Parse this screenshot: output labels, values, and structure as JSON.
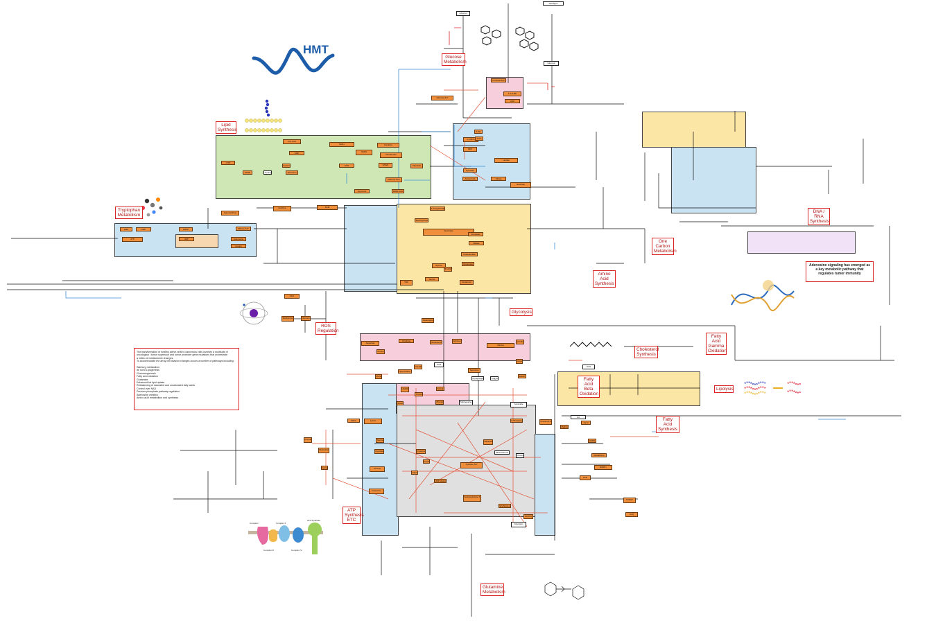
{
  "brand": {
    "name": "HMT",
    "wave_color": "#1c5ca8"
  },
  "pathway_labels": [
    {
      "id": "glucose",
      "text": "Glucose Metabolism"
    },
    {
      "id": "lipid",
      "text": "Lipid Synthesis"
    },
    {
      "id": "tryptophan",
      "text": "Tryptophan Metabolism"
    },
    {
      "id": "ros",
      "text": "ROS Regulation"
    },
    {
      "id": "glycolysis",
      "text": "Glycolysis"
    },
    {
      "id": "amino",
      "text": "Amino Acid Synthesis"
    },
    {
      "id": "onecarbon",
      "text": "One Carbon Metabolism"
    },
    {
      "id": "dna",
      "text": "DNA / RNA Synthesis"
    },
    {
      "id": "cholesterol",
      "text": "Cholesterol Synthesis"
    },
    {
      "id": "fagamma",
      "text": "Fatty Acid Gamma Oxidation"
    },
    {
      "id": "fabeta",
      "text": "Fatty Acid Beta Oxidation"
    },
    {
      "id": "lipolysis",
      "text": "Lipolysis"
    },
    {
      "id": "fasynth",
      "text": "Fatty Acid Synthesis"
    },
    {
      "id": "atp",
      "text": "ATP Synthesis ETC"
    },
    {
      "id": "glutamine",
      "text": "Glutamine Metabolism"
    }
  ],
  "adenosine_note": "Adenosine signaling has emerged as a key metabolic pathway that regulates tumor immunity",
  "info_box": {
    "lines": [
      "The transformation of healthy active cells to cancerous cells involves a multitude of",
      "oncological / tumor supressor and tumor promoter gene mutations that orchestrate",
      "a milieu of metabolomic changes.",
      "To accommodate the array cell division changes occurs a number of pathways including:",
      "",
      "Warburg metabolism",
      "de novo Lipogenesis",
      "Gluconeogenesis",
      "Fatty acid oxidation",
      "Glutamine",
      "Enhanced fat lipid uptake",
      "Rebalancing of saturated and unsaturated fatty acids",
      "Control over NAD",
      "Pentose phosphate pathway regulation",
      "Adenosine creation",
      "Amino acid metabolism and synthesis"
    ]
  },
  "complex_labels": [
    "Complex I",
    "Complex II",
    "Complex III",
    "Complex IV",
    "ATP Synthase"
  ],
  "nodes": [
    {
      "t": "Glycerol",
      "o": false
    },
    {
      "t": "Glucagon",
      "o": false
    },
    {
      "t": "Glucose",
      "o": false
    },
    {
      "t": "Glucose-6-P",
      "o": true
    },
    {
      "t": "Fructose-6-P",
      "o": true
    },
    {
      "t": "F-1,6-BP",
      "o": true
    },
    {
      "t": "G3P",
      "o": true
    },
    {
      "t": "1,3-BPG",
      "o": true
    },
    {
      "t": "3-PG",
      "o": true
    },
    {
      "t": "2-PG",
      "o": true
    },
    {
      "t": "PEP",
      "o": true
    },
    {
      "t": "Pyruvate",
      "o": true
    },
    {
      "t": "Lactate",
      "o": true
    },
    {
      "t": "Acetyl-CoA",
      "o": true
    },
    {
      "t": "Citrate",
      "o": true
    },
    {
      "t": "Isocitrate",
      "o": true
    },
    {
      "t": "a-Ketoglutarate",
      "o": true
    },
    {
      "t": "Succinyl-CoA",
      "o": true
    },
    {
      "t": "Succinate",
      "o": true
    },
    {
      "t": "Fumarate",
      "o": true
    },
    {
      "t": "Malate",
      "o": true
    },
    {
      "t": "Oxaloacetate",
      "o": true
    },
    {
      "t": "Glutamate",
      "o": true
    },
    {
      "t": "Glutamine",
      "o": true
    },
    {
      "t": "Serine",
      "o": true
    },
    {
      "t": "Glycine",
      "o": true
    },
    {
      "t": "THF",
      "o": true
    },
    {
      "t": "5,10-Methylene-THF",
      "o": true
    },
    {
      "t": "SAM",
      "o": true
    },
    {
      "t": "SAH",
      "o": true
    },
    {
      "t": "Homocysteine",
      "o": true
    },
    {
      "t": "Methionine",
      "o": true
    },
    {
      "t": "Ribose-5-P",
      "o": true
    },
    {
      "t": "PRPP",
      "o": true
    },
    {
      "t": "IMP",
      "o": true
    },
    {
      "t": "AMP",
      "o": true
    },
    {
      "t": "ADP",
      "o": true
    },
    {
      "t": "ATP",
      "o": true
    },
    {
      "t": "Adenosine",
      "o": true
    },
    {
      "t": "Inosine",
      "o": true
    },
    {
      "t": "Hypoxanthine",
      "o": true
    },
    {
      "t": "Xanthine",
      "o": true
    },
    {
      "t": "Uric Acid",
      "o": true
    },
    {
      "t": "UMP",
      "o": true
    },
    {
      "t": "CTP",
      "o": true
    },
    {
      "t": "dTMP",
      "o": true
    },
    {
      "t": "Tryptophan",
      "o": false
    },
    {
      "t": "Kynurenine",
      "o": true
    },
    {
      "t": "Serotonin",
      "o": true
    },
    {
      "t": "NAD+",
      "o": true
    },
    {
      "t": "NADH",
      "o": true
    },
    {
      "t": "GSH",
      "o": true
    },
    {
      "t": "GSSG",
      "o": true
    },
    {
      "t": "Palmitate",
      "o": true
    },
    {
      "t": "Malonyl-CoA",
      "o": true
    },
    {
      "t": "Carnitine",
      "o": true
    },
    {
      "t": "Acyl-CoA",
      "o": true
    },
    {
      "t": "HMG-CoA",
      "o": true
    },
    {
      "t": "Mevalonate",
      "o": true
    },
    {
      "t": "Cholesterol",
      "o": true
    },
    {
      "t": "Arginine",
      "o": true
    },
    {
      "t": "Ornithine",
      "o": true
    },
    {
      "t": "Proline",
      "o": true
    },
    {
      "t": "Aspartate",
      "o": true
    },
    {
      "t": "Asparagine",
      "o": true
    },
    {
      "t": "Alanine",
      "o": true
    },
    {
      "t": "Citrulline",
      "o": true
    },
    {
      "t": "Urea",
      "o": false
    },
    {
      "t": "Creatine",
      "o": true
    },
    {
      "t": "Putrescine",
      "o": true
    },
    {
      "t": "Spermidine",
      "o": true
    },
    {
      "t": "Spermine",
      "o": true
    },
    {
      "t": "Glycerol-3-P",
      "o": true
    },
    {
      "t": "DHAP",
      "o": true
    },
    {
      "t": "Triglyceride",
      "o": false
    },
    {
      "t": "Phospholipid",
      "o": false
    },
    {
      "t": "Sphingosine",
      "o": false
    },
    {
      "t": "Ceramide",
      "o": false
    },
    {
      "t": "Choline",
      "o": false
    },
    {
      "t": "Ethanolamine",
      "o": false
    },
    {
      "t": "6-Phosphogluconate",
      "o": true
    },
    {
      "t": "Ribulose-5-P",
      "o": true
    },
    {
      "t": "Xylulose-5-P",
      "o": true
    },
    {
      "t": "Sedoheptulose-7-P",
      "o": true
    },
    {
      "t": "Erythrose-4-P",
      "o": true
    },
    {
      "t": "NADPH",
      "o": true
    },
    {
      "t": "Glycogen",
      "o": false
    },
    {
      "t": "UDP-Glucose",
      "o": true
    },
    {
      "t": "Glucose-1-P",
      "o": true
    },
    {
      "t": "Cystine",
      "o": true
    },
    {
      "t": "Cysteine",
      "o": true
    },
    {
      "t": "Taurine",
      "o": true
    },
    {
      "t": "Hypotaurine",
      "o": true
    },
    {
      "t": "Leucine",
      "o": true
    },
    {
      "t": "Isoleucine",
      "o": true
    },
    {
      "t": "Valine",
      "o": true
    },
    {
      "t": "Lysine",
      "o": true
    },
    {
      "t": "Histidine",
      "o": true
    },
    {
      "t": "Threonine",
      "o": true
    },
    {
      "t": "Tyrosine",
      "o": true
    },
    {
      "t": "Phenylalanine",
      "o": true
    },
    {
      "t": "Acetoacetate",
      "o": true
    },
    {
      "t": "b-Hydroxybutyrate",
      "o": true
    },
    {
      "t": "Butyrylcarnitine",
      "o": true
    },
    {
      "t": "Acetylcarnitine",
      "o": true
    },
    {
      "t": "Propionyl-CoA",
      "o": true
    },
    {
      "t": "Methylmalonyl-CoA",
      "o": true
    },
    {
      "t": "GABA",
      "o": true
    },
    {
      "t": "Glutathione",
      "o": true
    },
    {
      "t": "NADP+",
      "o": true
    },
    {
      "t": "FAD",
      "o": true
    },
    {
      "t": "FADH2",
      "o": true
    },
    {
      "t": "CoQ",
      "o": true
    },
    {
      "t": "Cyt c",
      "o": true
    },
    {
      "t": "O2",
      "o": false
    },
    {
      "t": "H2O",
      "o": false
    }
  ]
}
